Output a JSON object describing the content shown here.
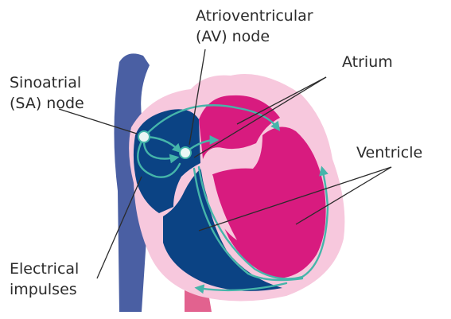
{
  "labels": {
    "av_node_line1": "Atrioventricular",
    "av_node_line2": "(AV) node",
    "sa_node_line1": "Sinoatrial",
    "sa_node_line2": "(SA) node",
    "atrium": "Atrium",
    "ventricle": "Ventricle",
    "impulses_line1": "Electrical",
    "impulses_line2": "impulses"
  },
  "colors": {
    "vessel": "#4a5fa3",
    "aorta_pink": "#e2628f",
    "outer_tissue": "#f7c8dd",
    "right_heart": "#0b4384",
    "left_heart": "#d81b7f",
    "conduction": "#45b5aa",
    "node_fill": "#e9f6f4",
    "pointer": "#2b2b2b"
  }
}
